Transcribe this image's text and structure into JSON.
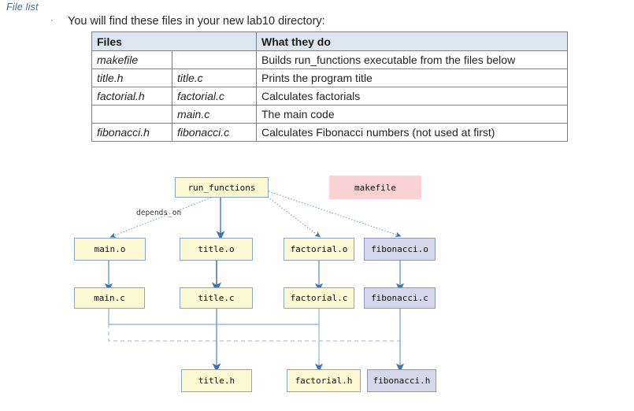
{
  "slide": {
    "title": "File list",
    "bullet_mark": "·",
    "bullet_text": "You will find these files in your new lab10 directory:"
  },
  "table": {
    "headers": [
      "Files",
      "",
      "What they do"
    ],
    "rows": [
      {
        "header_file": "makefile",
        "source_file": "",
        "description": "Builds run_functions executable from the files below"
      },
      {
        "header_file": "title.h",
        "source_file": "title.c",
        "description": "Prints the program title"
      },
      {
        "header_file": "factorial.h",
        "source_file": "factorial.c",
        "description": "Calculates factorials"
      },
      {
        "header_file": "",
        "source_file": "main.c",
        "description": "The main code"
      },
      {
        "header_file": "fibonacci.h",
        "source_file": "fibonacci.c",
        "description": "Calculates Fibonacci numbers (not used at first)"
      }
    ]
  },
  "diagram": {
    "edge_label": "depends_on",
    "nodes": {
      "run_functions": "run_functions",
      "makefile": "makefile",
      "main_o": "main.o",
      "title_o": "title.o",
      "factorial_o": "factorial.o",
      "fibonacci_o": "fibonacci.o",
      "main_c": "main.c",
      "title_c": "title.c",
      "factorial_c": "factorial.c",
      "fibonacci_c": "fibonacci.c",
      "title_h": "title.h",
      "factorial_h": "factorial.h",
      "fibonacci_h": "fibonacci.h"
    }
  },
  "colors": {
    "node_yellow_fill": "#fbf8d3",
    "node_lavender_fill": "#d5d8ea",
    "node_pink_fill": "#fbd2d4",
    "node_border": "#8aa7c2",
    "arrow": "#4f81bd",
    "table_header_fill": "#dce6f1",
    "heading_text": "#4a6a8a"
  }
}
